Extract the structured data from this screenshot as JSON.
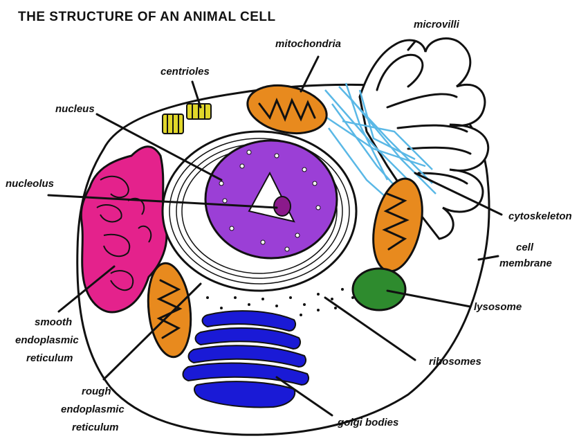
{
  "title": "THE STRUCTURE OF AN ANIMAL CELL",
  "colors": {
    "nucleus": "#9b3fd6",
    "nucleolus": "#8b1a8b",
    "smooth_er": "#e4228c",
    "mitochondria": "#e88a1e",
    "cytoskeleton": "#5ab8e6",
    "centrioles": "#e0d62a",
    "lysosome": "#2e8b2e",
    "golgi": "#1a1ad6"
  },
  "icons": [
    "cell-membrane-shape",
    "nucleus-shape",
    "mitochondria-shape",
    "golgi-shape",
    "lysosome-shape",
    "centriole-shape",
    "microvilli-shape"
  ],
  "labels": {
    "microvilli": "microvilli",
    "mitochondria": "mitochondria",
    "centrioles": "centrioles",
    "nucleus": "nucleus",
    "nucleolus": "nucleolus",
    "cytoskeleton": "cytoskeleton",
    "cell_membrane_1": "cell",
    "cell_membrane_2": "membrane",
    "lysosome": "lysosome",
    "ribosomes": "ribosomes",
    "smooth_er_1": "smooth",
    "smooth_er_2": "endoplasmic",
    "smooth_er_3": "reticulum",
    "rough_er_1": "rough",
    "rough_er_2": "endoplasmic",
    "rough_er_3": "reticulum",
    "golgi": "golgi bodies"
  }
}
